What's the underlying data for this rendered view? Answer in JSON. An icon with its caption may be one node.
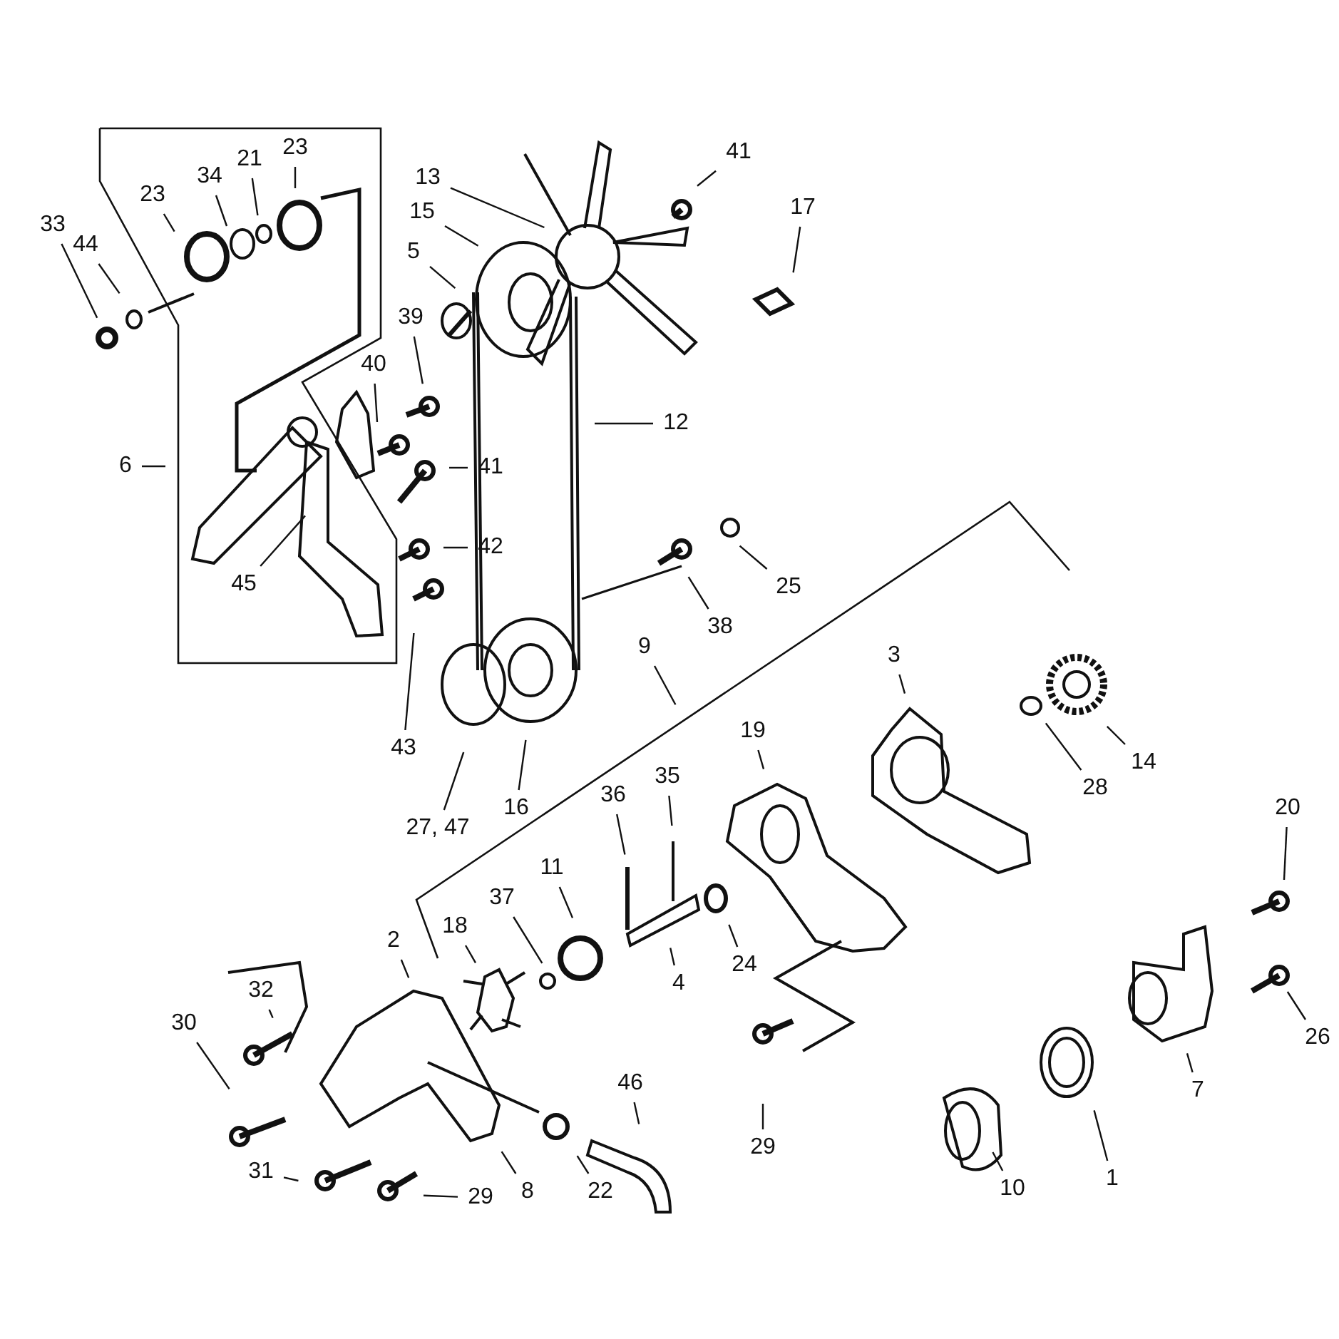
{
  "diagram": {
    "nodes": [
      {
        "text": [
          "41"
        ]
      },
      {
        "text": [
          "23"
        ]
      },
      {
        "text": [
          "21"
        ]
      },
      {
        "text": [
          "34"
        ]
      },
      {
        "text": [
          "13"
        ]
      },
      {
        "text": [
          "23"
        ]
      },
      {
        "text": [
          "17"
        ]
      },
      {
        "text": [
          "15"
        ]
      },
      {
        "text": [
          "33"
        ]
      },
      {
        "text": [
          "44"
        ]
      },
      {
        "text": [
          "5"
        ]
      },
      {
        "text": [
          "39"
        ]
      },
      {
        "text": [
          "40"
        ]
      },
      {
        "text": [
          "12"
        ]
      },
      {
        "text": [
          "6"
        ]
      },
      {
        "text": [
          "41"
        ]
      },
      {
        "text": [
          "42"
        ]
      },
      {
        "text": [
          "45"
        ]
      },
      {
        "text": [
          "25"
        ]
      },
      {
        "text": [
          "38"
        ]
      },
      {
        "text": [
          "9"
        ]
      },
      {
        "text": [
          "3"
        ]
      },
      {
        "text": [
          "19"
        ]
      },
      {
        "text": [
          "43"
        ]
      },
      {
        "text": [
          "14"
        ]
      },
      {
        "text": [
          "35"
        ]
      },
      {
        "text": [
          "28"
        ]
      },
      {
        "text": [
          "36"
        ]
      },
      {
        "text": [
          "16"
        ]
      },
      {
        "text": [
          "20"
        ]
      },
      {
        "text": [
          "27, 47"
        ]
      },
      {
        "text": [
          "11"
        ]
      },
      {
        "text": [
          "37"
        ]
      },
      {
        "text": [
          "18"
        ]
      },
      {
        "text": [
          "2"
        ]
      },
      {
        "text": [
          "24"
        ]
      },
      {
        "text": [
          "4"
        ]
      },
      {
        "text": [
          "32"
        ]
      },
      {
        "text": [
          "30"
        ]
      },
      {
        "text": [
          "26"
        ]
      },
      {
        "text": [
          "46"
        ]
      },
      {
        "text": [
          "7"
        ]
      },
      {
        "text": [
          "29"
        ]
      },
      {
        "text": [
          "31"
        ]
      },
      {
        "text": [
          "1"
        ]
      },
      {
        "text": [
          "10"
        ]
      },
      {
        "text": [
          "8"
        ]
      },
      {
        "text": [
          "22"
        ]
      },
      {
        "text": [
          "29"
        ]
      }
    ],
    "edges": [
      {
        "from": 0,
        "to": null,
        "arrow": "none"
      },
      {
        "from": 1,
        "to": null,
        "arrow": "none"
      },
      {
        "from": 2,
        "to": null,
        "arrow": "none"
      },
      {
        "from": 3,
        "to": null,
        "arrow": "none"
      },
      {
        "from": 4,
        "to": null,
        "arrow": "none"
      },
      {
        "from": 5,
        "to": null,
        "arrow": "none"
      },
      {
        "from": 6,
        "to": null,
        "arrow": "none"
      },
      {
        "from": 7,
        "to": null,
        "arrow": "none"
      },
      {
        "from": 8,
        "to": null,
        "arrow": "none"
      },
      {
        "from": 9,
        "to": null,
        "arrow": "none"
      },
      {
        "from": 10,
        "to": null,
        "arrow": "none"
      },
      {
        "from": 11,
        "to": null,
        "arrow": "none"
      },
      {
        "from": 12,
        "to": null,
        "arrow": "none"
      },
      {
        "from": 13,
        "to": null,
        "arrow": "none"
      },
      {
        "from": 14,
        "to": null,
        "arrow": "none"
      },
      {
        "from": 15,
        "to": null,
        "arrow": "none"
      },
      {
        "from": 16,
        "to": null,
        "arrow": "none"
      },
      {
        "from": 17,
        "to": null,
        "arrow": "none"
      },
      {
        "from": 18,
        "to": null,
        "arrow": "none"
      },
      {
        "from": 19,
        "to": null,
        "arrow": "none"
      },
      {
        "from": 20,
        "to": null,
        "arrow": "none"
      },
      {
        "from": 21,
        "to": null,
        "arrow": "none"
      },
      {
        "from": 22,
        "to": null,
        "arrow": "none"
      },
      {
        "from": 23,
        "to": null,
        "arrow": "none"
      },
      {
        "from": 24,
        "to": null,
        "arrow": "none"
      },
      {
        "from": 25,
        "to": null,
        "arrow": "none"
      },
      {
        "from": 26,
        "to": null,
        "arrow": "none"
      },
      {
        "from": 27,
        "to": null,
        "arrow": "none"
      },
      {
        "from": 28,
        "to": null,
        "arrow": "none"
      },
      {
        "from": 29,
        "to": null,
        "arrow": "none"
      },
      {
        "from": 30,
        "to": null,
        "arrow": "none"
      },
      {
        "from": 31,
        "to": null,
        "arrow": "none"
      },
      {
        "from": 32,
        "to": null,
        "arrow": "none"
      },
      {
        "from": 33,
        "to": null,
        "arrow": "none"
      },
      {
        "from": 34,
        "to": null,
        "arrow": "none"
      },
      {
        "from": 35,
        "to": null,
        "arrow": "none"
      },
      {
        "from": 36,
        "to": null,
        "arrow": "none"
      },
      {
        "from": 37,
        "to": null,
        "arrow": "none"
      },
      {
        "from": 38,
        "to": null,
        "arrow": "none"
      },
      {
        "from": 39,
        "to": null,
        "arrow": "none"
      },
      {
        "from": 40,
        "to": null,
        "arrow": "none"
      },
      {
        "from": 41,
        "to": null,
        "arrow": "none"
      },
      {
        "from": 42,
        "to": null,
        "arrow": "none"
      },
      {
        "from": 43,
        "to": null,
        "arrow": "none"
      },
      {
        "from": 44,
        "to": null,
        "arrow": "none"
      },
      {
        "from": 45,
        "to": null,
        "arrow": "none"
      },
      {
        "from": 46,
        "to": null,
        "arrow": "none"
      },
      {
        "from": 47,
        "to": null,
        "arrow": "none"
      },
      {
        "from": 48,
        "to": null,
        "arrow": "none"
      }
    ]
  }
}
